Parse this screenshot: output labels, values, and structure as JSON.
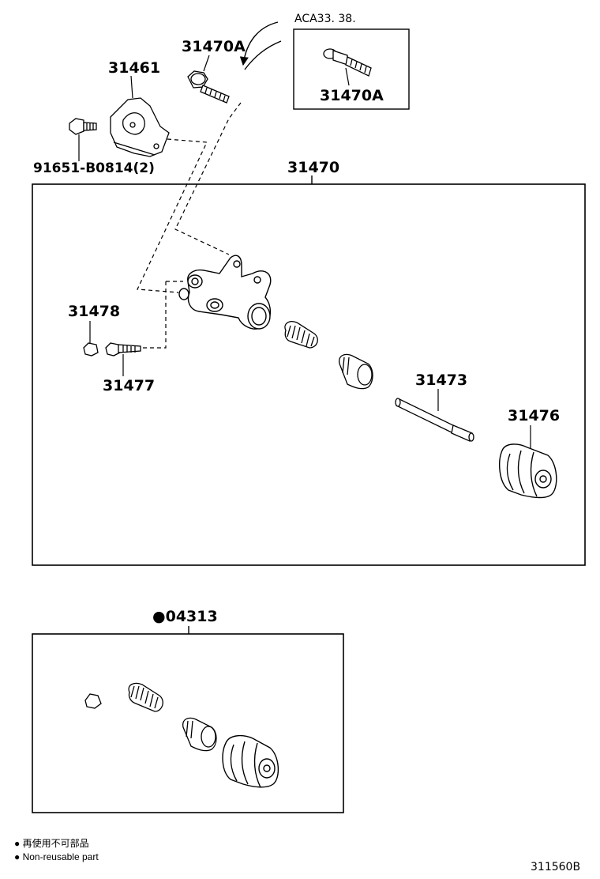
{
  "labels": {
    "p31470A_main": "31470A",
    "p31470A_box": "31470A",
    "variant_note": "ACA33. 38.",
    "p31461": "31461",
    "p91651": "91651-B0814(2)",
    "p31470": "31470",
    "p31478": "31478",
    "p31477": "31477",
    "p31473": "31473",
    "p31476": "31476",
    "p04313": "04313",
    "figure_id": "311560B"
  },
  "legend": {
    "marker": "●",
    "line_jp": "再使用不可部品",
    "line_en": "Non-reusable part"
  }
}
